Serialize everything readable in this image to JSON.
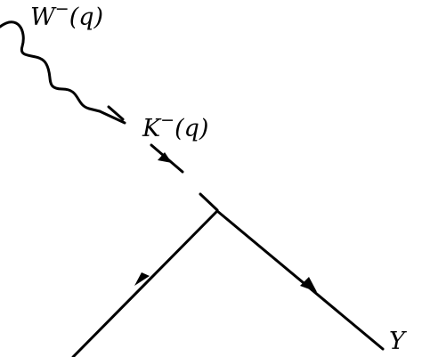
{
  "diagram": {
    "labels": {
      "w_boson": {
        "base": "W",
        "sup": "−",
        "arg": "(q)"
      },
      "kaon": {
        "base": "K",
        "sup": "−",
        "arg": "(q)"
      },
      "outgoing": {
        "base": "Y"
      }
    },
    "lines": {
      "w_propagator": {
        "style": "wavy",
        "color": "#000000"
      },
      "kaon_propagator": {
        "style": "dashed",
        "color": "#000000"
      },
      "incoming_fermion": {
        "style": "solid-arrow",
        "color": "#000000"
      },
      "outgoing_fermion": {
        "style": "solid-arrow",
        "color": "#000000"
      }
    }
  }
}
